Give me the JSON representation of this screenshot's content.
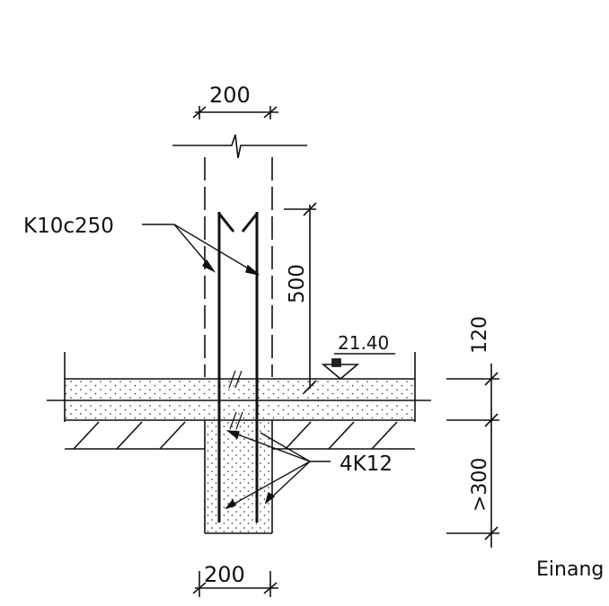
{
  "drawing": {
    "dim_top_width": "200",
    "dim_bottom_width": "200",
    "dim_bar_length": "500",
    "dim_slab_thickness": "120",
    "dim_foundation_depth": ">300",
    "level_mark": "21.40",
    "label_stirrups": "K10c250",
    "label_rebars": "4K12",
    "caption": "Einang"
  },
  "colors": {
    "ink": "#111111",
    "hatch": "#222222"
  }
}
